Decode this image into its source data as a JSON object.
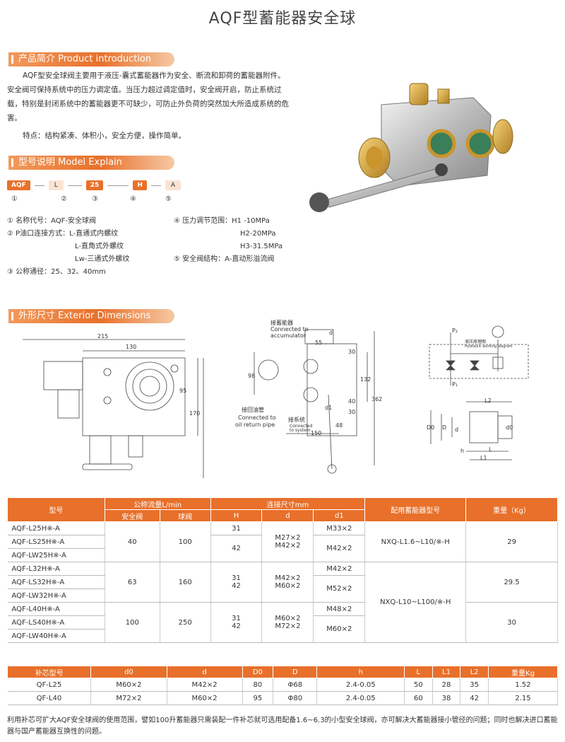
{
  "title": "AQF型蓄能器安全球",
  "sections": {
    "intro": "产品简介 Product introduction",
    "model": "型号说明 Model Explain",
    "dims": "外形尺寸 Exterior Dimensions"
  },
  "intro": {
    "paragraph": "AQF型安全球阀主要用于液压-囊式蓄能器作为安全、断流和卸荷的蓄能器附件。安全阀可保持系统中的压力调定值。当压力超过调定值时，安全阀开启，防止系统过载，特别是封闭系统中的蓄能器更不可缺少，可防止外负荷的突然加大所造成系统的危害。",
    "features": "特点：结构紧凑、体积小，安全方便，操作简单。"
  },
  "model_code": {
    "parts": [
      "AQF",
      "L",
      "25",
      "H",
      "A"
    ],
    "numbers": [
      "①",
      "②",
      "③",
      "④",
      "⑤"
    ]
  },
  "model_explain": {
    "left": [
      "① 名称代号：AQF-安全球阀",
      "② P油口连接方式：L-直通式内螺纹",
      "L-直角式外螺纹",
      "Lw-三通式外螺纹",
      "③ 公称通径：25、32、40mm"
    ],
    "right": [
      "④ 压力调节范围：H1 -10MPa",
      "H2-20MPa",
      "H3-31.5MPa",
      "⑤ 安全阀结构：A-直动形溢流阀"
    ]
  },
  "diagram_labels": {
    "d215": "215",
    "d130": "130",
    "d95": "95",
    "d170": "170",
    "acc_cn": "接蓄能器",
    "acc_en1": "Connected to",
    "acc_en2": "accumulator",
    "d_top": "d",
    "d55": "55",
    "d98": "98",
    "d30a": "30",
    "d132": "132",
    "d362": "362",
    "d40": "40",
    "d30b": "30",
    "d1": "d1",
    "ret_cn": "接回油管",
    "ret_en1": "Connected to",
    "ret_en2": "oil return pipe",
    "sys_cn": "接系统",
    "sys_en1": "Connected",
    "sys_en2": "to system",
    "d48": "48",
    "d150": "150",
    "p2": "P₂",
    "p1": "P₁",
    "hyd_cn": "液压原理图",
    "hyd_en": "Hydraulic working diagram",
    "L2": "L2",
    "D0": "D0",
    "D": "D",
    "dd": "d",
    "d0": "d0",
    "h": "h",
    "L": "L",
    "L1": "L1"
  },
  "table1": {
    "headers": {
      "model": "型号",
      "flow": "公称流量L/min",
      "safety": "安全阀",
      "ball": "球阀",
      "conn": "连接尺寸mm",
      "H": "H",
      "d": "d",
      "d1": "d1",
      "acc": "配用蓄能器型号",
      "weight": "重量（Kg）"
    },
    "models": [
      "AQF-L25H※-A",
      "AQF-LS25H※-A",
      "AQF-LW25H※-A",
      "AQF-L32H※-A",
      "AQF-LS32H※-A",
      "AQF-LW32H※-A",
      "AQF-L40H※-A",
      "AQF-LS40H※-A",
      "AQF-LW40H※-A"
    ],
    "g25": {
      "safety": "40",
      "ball": "100",
      "H1": "31",
      "H2": "42",
      "d1": "M27×2",
      "d2": "M42×2",
      "d1a": "M33×2",
      "d1b": "M42×2",
      "acc": "NXQ-L1.6~L10/※-H",
      "w": "29"
    },
    "g32": {
      "safety": "63",
      "ball": "160",
      "H1": "31",
      "H2": "42",
      "d1": "M42×2",
      "d2": "M60×2",
      "d1a": "M42×2",
      "d1b": "M52×2",
      "w": "29.5"
    },
    "g40": {
      "safety": "100",
      "ball": "250",
      "H1": "31",
      "H2": "42",
      "d1": "M60×2",
      "d2": "M72×2",
      "d1a": "M48×2",
      "d1b": "M60×2",
      "w": "30"
    },
    "acc2": "NXQ-L10~L100/※-H"
  },
  "table2": {
    "headers": [
      "补芯型号",
      "d0",
      "d",
      "D0",
      "D",
      "h",
      "L",
      "L1",
      "L2",
      "重量Kg"
    ],
    "rows": [
      [
        "QF-L25",
        "M60×2",
        "M42×2",
        "80",
        "Φ68",
        "2.4-0.05",
        "50",
        "28",
        "35",
        "1.52"
      ],
      [
        "QF-L40",
        "M72×2",
        "M60×2",
        "95",
        "Φ80",
        "2.4-0.05",
        "60",
        "38",
        "42",
        "2.15"
      ]
    ]
  },
  "footnote": "利用补芯可扩大AQF安全球阀的使用范围，譬如100升蓄能器只需装配一件补芯就可选用配备1.6~6.3的小型安全球阀，亦可解决大蓄能器接小管径的问题；同时也解决进口蓄能器与国产蓄能器互换性的问题。",
  "colors": {
    "accent": "#e8702a"
  }
}
